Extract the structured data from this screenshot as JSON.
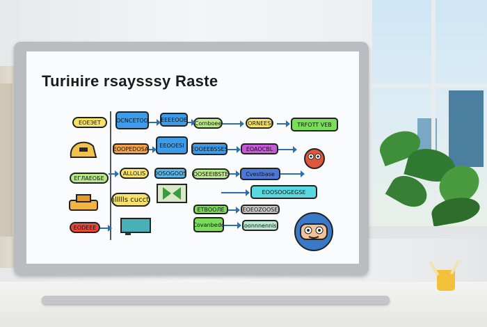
{
  "diagram": {
    "title": "Turiнire  rsaysssy Raste",
    "nodes": [
      {
        "id": "n1",
        "label": "ЕОЕЭЕТ",
        "color": "#f7e36a"
      },
      {
        "id": "n2",
        "label": "EOCNCETOOS",
        "color": "#3d9be8"
      },
      {
        "id": "n3",
        "label": "ЕЕЕЕООЕ",
        "color": "#3d9be8"
      },
      {
        "id": "n4",
        "label": "Cornboee",
        "color": "#b8e88a"
      },
      {
        "id": "n5",
        "label": "FORNEESE",
        "color": "#f7e36a"
      },
      {
        "id": "n6",
        "label": "TRFOTT VEB",
        "color": "#7bdc5a"
      },
      {
        "id": "n7",
        "label": "EOOPEDOSA",
        "color": "#f2a24a"
      },
      {
        "id": "n8",
        "label": "EEOOESI",
        "color": "#3d9be8"
      },
      {
        "id": "n9",
        "label": "EOOEEBSSES",
        "color": "#3d9be8"
      },
      {
        "id": "n10",
        "label": "EOAOCBL",
        "color": "#c45ad8"
      },
      {
        "id": "n11",
        "label": "ЕГЛАЕОБЕ",
        "color": "#b8e88a"
      },
      {
        "id": "n12",
        "label": "ALLOLIS",
        "color": "#5ab5e8"
      },
      {
        "id": "n13",
        "label": "LOOSOGOOSE",
        "color": "#b8e88a"
      },
      {
        "id": "n14",
        "label": "EOOSEEIBSTEE",
        "color": "#4a78d8"
      },
      {
        "id": "n15",
        "label": "Cvestbase",
        "color": "#f7e36a"
      },
      {
        "id": "n16",
        "label": "Conllllls  cucctute",
        "color": "#5ad8e0"
      },
      {
        "id": "n17",
        "label": "EOOSOOGEGSE",
        "color": "#7bdc5a"
      },
      {
        "id": "n18",
        "label": "ЕТВООЛЕ",
        "color": "#c9c9c9"
      },
      {
        "id": "n19",
        "label": "EOEOZOOSE",
        "color": "#e84a3a"
      },
      {
        "id": "n20",
        "label": "EODEEE",
        "color": "#7bdc5a"
      },
      {
        "id": "n21",
        "label": "Covanbede",
        "color": "#b8e8d0"
      },
      {
        "id": "n22",
        "label": "Coonnnennisd",
        "color": "#ffffff"
      }
    ]
  },
  "scene": {
    "desk_color": "#eeeeec",
    "monitor_color": "#b9bcc0",
    "cup_color": "#f2c03a"
  }
}
